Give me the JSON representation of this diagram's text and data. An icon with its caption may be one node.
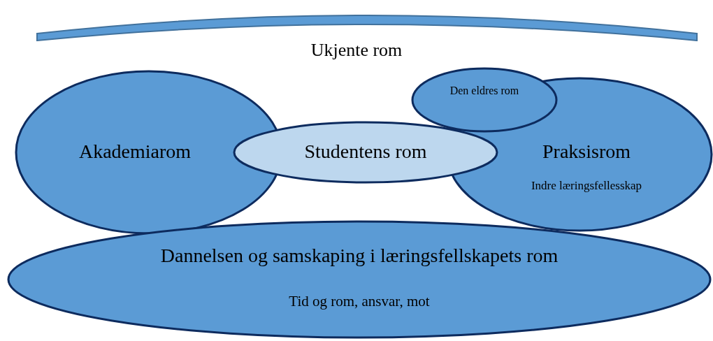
{
  "diagram": {
    "nodes": [
      {
        "text": [],
        "shape": "band"
      },
      {
        "text": [
          "Den eldres rom"
        ]
      },
      {
        "text": [
          "Akademiarom"
        ]
      },
      {
        "text": [
          "Studentens rom"
        ]
      },
      {
        "text": [
          "Praksisrom",
          "Indre læringsfellesskap"
        ]
      },
      {
        "text": [
          "Dannelsen og samskaping i læringsfellskapets rom",
          "Tid og rom, ansvar, mot"
        ]
      }
    ],
    "labels": [
      "Ukjente rom"
    ]
  }
}
